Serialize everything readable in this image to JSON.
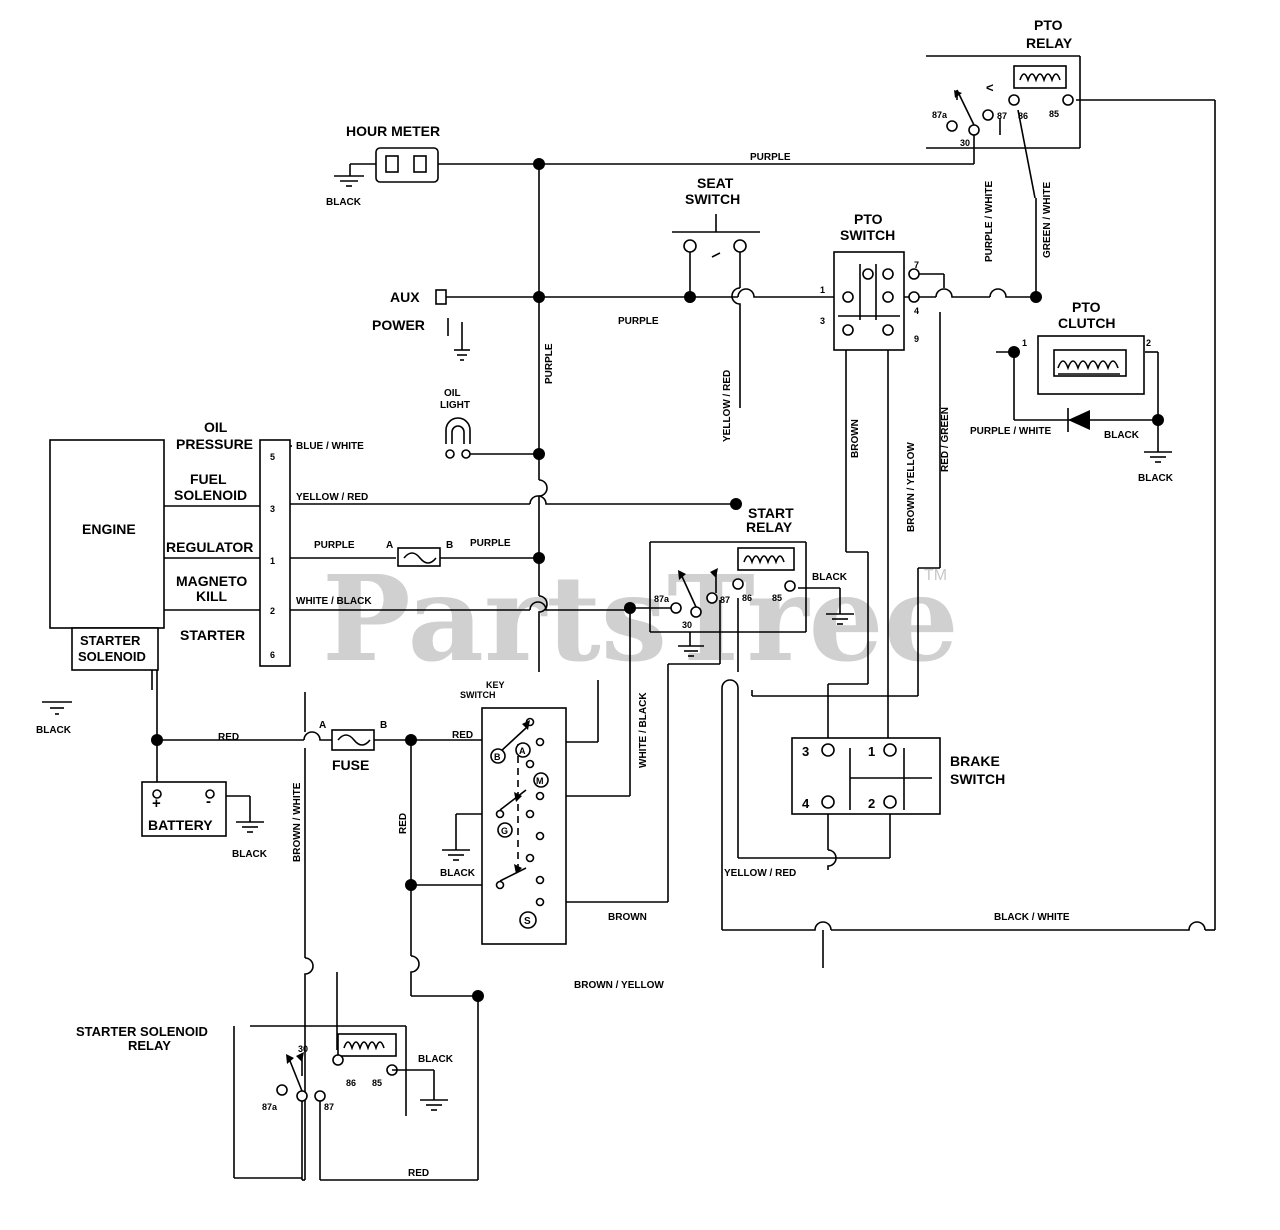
{
  "colors": {
    "line": "#000000",
    "watermark": "#d0d0d0"
  },
  "watermark": {
    "text": "PartsTree",
    "tm": "TM"
  },
  "components": {
    "hour_meter": "HOUR METER",
    "pto_relay": [
      "PTO",
      "RELAY"
    ],
    "seat_switch": [
      "SEAT",
      "SWITCH"
    ],
    "pto_switch": [
      "PTO",
      "SWITCH"
    ],
    "pto_clutch": [
      "PTO",
      "CLUTCH"
    ],
    "aux": "AUX",
    "power": "POWER",
    "oil_light": [
      "OIL",
      "LIGHT"
    ],
    "engine": "ENGINE",
    "starter_solenoid": [
      "STARTER",
      "SOLENOID"
    ],
    "start_relay": [
      "START",
      "RELAY"
    ],
    "key_switch": [
      "KEY",
      "SWITCH"
    ],
    "brake_switch": [
      "BRAKE",
      "SWITCH"
    ],
    "battery": "BATTERY",
    "fuse": "FUSE",
    "starter_solenoid_relay": [
      "STARTER SOLENOID",
      "RELAY"
    ]
  },
  "engine_terminals": [
    {
      "label": [
        "OIL",
        "PRESSURE"
      ],
      "pin": "5"
    },
    {
      "label": [
        "FUEL",
        "SOLENOID"
      ],
      "pin": "3"
    },
    {
      "label": [
        "REGULATOR"
      ],
      "pin": "1"
    },
    {
      "label": [
        "MAGNETO",
        "KILL"
      ],
      "pin": "2"
    },
    {
      "label": [
        "STARTER"
      ],
      "pin": "6"
    }
  ],
  "pins": {
    "pto_relay": [
      "87a",
      "87",
      "86",
      "85",
      "30"
    ],
    "pto_switch": [
      "1",
      "3",
      "7",
      "4",
      "9"
    ],
    "pto_clutch": [
      "1",
      "2"
    ],
    "start_relay": [
      "87a",
      "87",
      "86",
      "85",
      "30"
    ],
    "brake_switch": [
      "3",
      "1",
      "4",
      "2"
    ],
    "ssr": [
      "30",
      "87a",
      "87",
      "86",
      "85"
    ],
    "key_switch": [
      "A",
      "B",
      "M",
      "G",
      "S"
    ],
    "fuse": [
      "A",
      "B"
    ],
    "fuel_fuse": [
      "A",
      "B"
    ],
    "battery": [
      "+",
      "-"
    ]
  },
  "wires": {
    "purple": "PURPLE",
    "black": "BLACK",
    "blue_white": "BLUE / WHITE",
    "yellow_red": "YELLOW / RED",
    "white_black": "WHITE / BLACK",
    "red": "RED",
    "brown": "BROWN",
    "brown_yellow": "BROWN / YELLOW",
    "red_green": "RED / GREEN",
    "purple_white": "PURPLE / WHITE",
    "green_white": "GREEN / WHITE",
    "brown_white": "BROWN / WHITE",
    "black_white": "BLACK / WHITE"
  }
}
